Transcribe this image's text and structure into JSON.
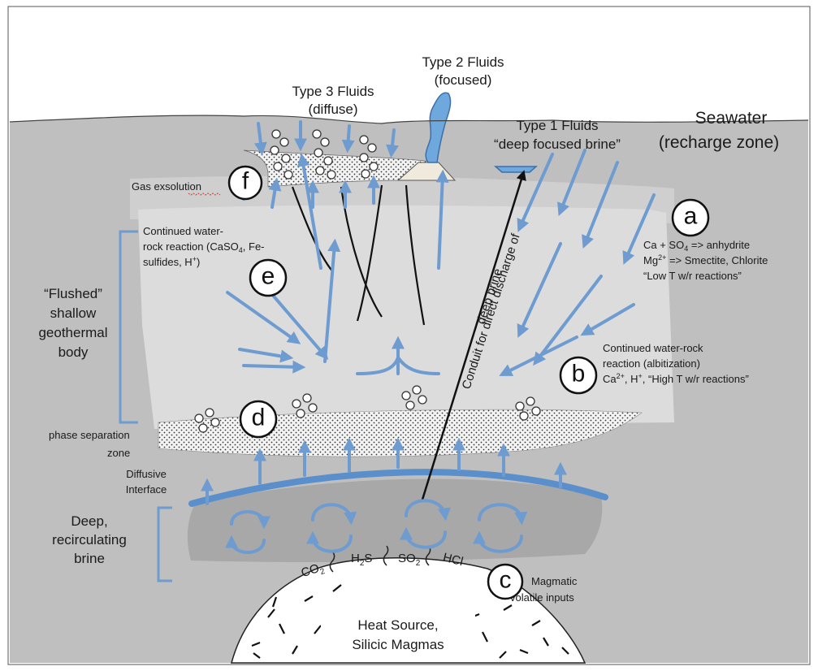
{
  "labels": {
    "type3_line1": "Type 3 Fluids",
    "type3_line2": "(diffuse)",
    "type2_line1": "Type 2 Fluids",
    "type2_line2": "(focused)",
    "type1_line1": "Type 1 Fluids",
    "type1_line2": "“deep focused brine”",
    "seawater_line1": "Seawater",
    "seawater_line2": "(recharge zone)",
    "gas_exsolution": "Gas exsolution",
    "continued_e_line1": "Continued water-",
    "continued_e_line2": "rock reaction (CaSO",
    "continued_e_line2_sub": "4",
    "continued_e_line2_end": ", Fe-",
    "continued_e_line3": "sulfides, H",
    "continued_e_line3_sup": "+",
    "continued_e_line3_end": ")",
    "reaction_a_line1": "Ca + SO",
    "reaction_a_line1_sub": "4",
    "reaction_a_line1_end": " => anhydrite",
    "reaction_a_line2": "Mg",
    "reaction_a_line2_sup": "2+",
    "reaction_a_line2_end": " => Smectite, Chlorite",
    "reaction_a_line3": "“Low T w/r reactions”",
    "flushed_line1": "“Flushed”",
    "flushed_line2": "shallow",
    "flushed_line3": "geothermal",
    "flushed_line4": "body",
    "continued_b_line1": "Continued water-rock",
    "continued_b_line2": "reaction (albitization)",
    "continued_b_line3": "Ca",
    "continued_b_line3_sup": "2+",
    "continued_b_line3_mid": ", H",
    "continued_b_line3_sup2": "+",
    "continued_b_line3_end": ",  “High T w/r reactions”",
    "conduit": "Conduit for direct discharge of",
    "conduit_line2": "deep brine",
    "phase_sep_line1": "phase separation",
    "phase_sep_line2": "zone",
    "diffusive_line1": "Diffusive",
    "diffusive_line2": "Interface",
    "deep_line1": "Deep,",
    "deep_line2": "recirculating",
    "deep_line3": "brine",
    "gas_co2": "CO",
    "gas_co2_sub": "2",
    "gas_h2s": "H",
    "gas_h2s_sub": "2",
    "gas_h2s_end": "S",
    "gas_so2": "SO",
    "gas_so2_sub": "2",
    "gas_hcl": "HCl",
    "magmatic_line1": "Magmatic",
    "magmatic_line2": "volatile inputs",
    "heat_line1": "Heat Source,",
    "heat_line2": "Silicic Magmas"
  },
  "badges": [
    "a",
    "b",
    "c",
    "d",
    "e",
    "f"
  ],
  "colors": {
    "background_gray": "#bfbfbf",
    "flushed_body": "#dcdcdc",
    "shallow_zone": "#cfcfcf",
    "deep_brine": "#a8a8a8",
    "flow_arrows": "#6e9bd0",
    "vent_fluid": "#6fa8dc"
  }
}
